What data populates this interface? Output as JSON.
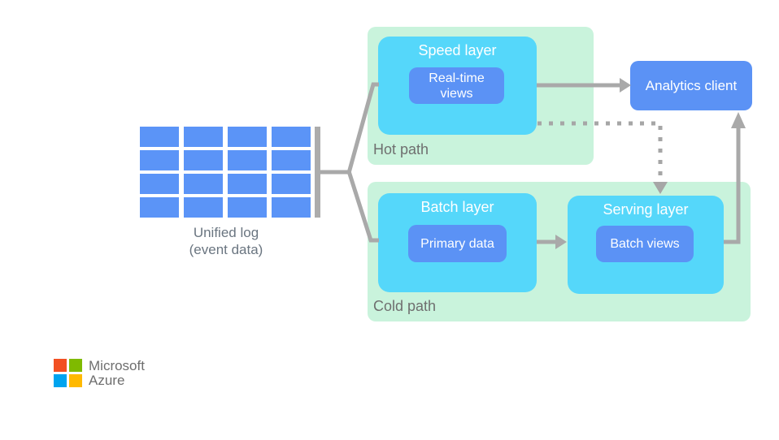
{
  "unified_log": {
    "label_line1": "Unified log",
    "label_line2": "(event data)",
    "grid_rows": 4,
    "grid_cols": 4
  },
  "hot_path": {
    "label": "Hot path",
    "speed_layer": {
      "title": "Speed layer",
      "store_line1": "Real-time",
      "store_line2": "views"
    }
  },
  "cold_path": {
    "label": "Cold path",
    "batch_layer": {
      "title": "Batch layer",
      "store": "Primary data"
    },
    "serving_layer": {
      "title": "Serving layer",
      "store": "Batch views"
    }
  },
  "analytics_client": {
    "label": "Analytics client"
  },
  "branding": {
    "company": "Microsoft",
    "product": "Azure"
  },
  "colors": {
    "zone_green": "#C9F3DC",
    "layer_cyan": "#55D7FA",
    "node_blue": "#5B92F5",
    "log_cell_blue": "#5B94F7",
    "connector_gray": "#A9A9A9",
    "dotted_gray": "#A6A6A6",
    "label_gray": "#6F6F6F",
    "caption_gray": "#6A7580",
    "ms_red": "#F25022",
    "ms_green": "#7FBA00",
    "ms_blue": "#00A4EF",
    "ms_yellow": "#FFB900",
    "ms_text_gray": "#6E6E6E"
  }
}
